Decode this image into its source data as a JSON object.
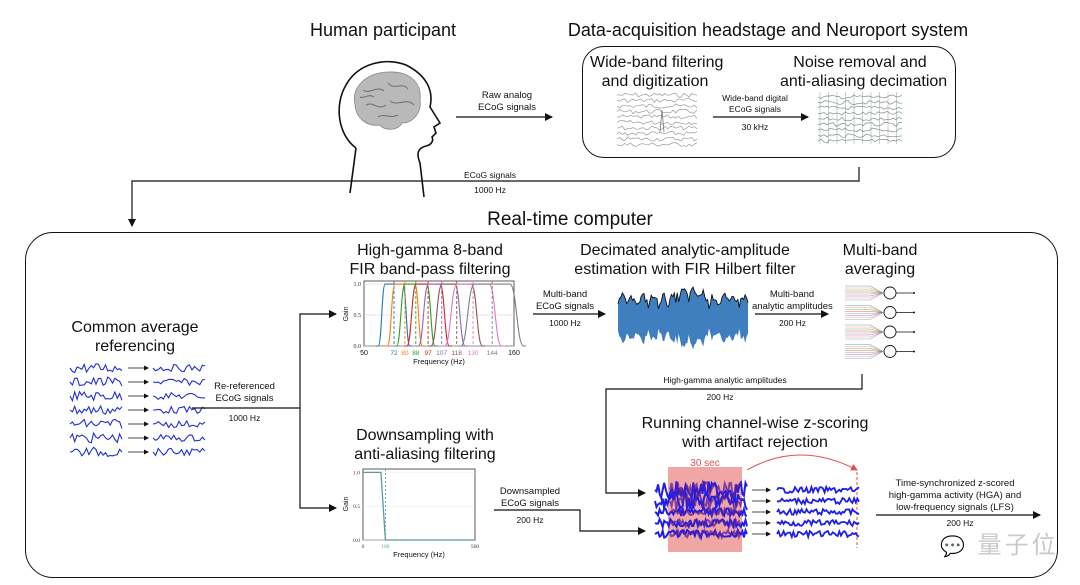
{
  "top": {
    "participant_title": "Human participant",
    "acquisition_title": "Data-acquisition headstage and Neuroport system",
    "stage_wideband": [
      "Wide-band filtering",
      "and digitization"
    ],
    "stage_noise": [
      "Noise removal and",
      "anti-aliasing decimation"
    ],
    "arrow_raw": [
      "Raw analog",
      "ECoG signals"
    ],
    "arrow_wideband": [
      "Wide-band digital",
      "ECoG signals"
    ],
    "arrow_wideband_rate": "30 kHz",
    "arrow_ecog": "ECoG signals",
    "arrow_ecog_rate": "1000 Hz"
  },
  "rtc": {
    "title": "Real-time computer",
    "car": {
      "title": [
        "Common average",
        "referencing"
      ],
      "arrow_label": [
        "Re-referenced",
        "ECoG signals"
      ],
      "arrow_rate": "1000 Hz"
    },
    "bandpass": {
      "title": [
        "High-gamma 8-band",
        "FIR band-pass filtering"
      ],
      "arrow_label": [
        "Multi-band",
        "ECoG signals"
      ],
      "arrow_rate": "1000 Hz"
    },
    "hilbert": {
      "title": [
        "Decimated analytic-amplitude",
        "estimation with FIR Hilbert filter"
      ],
      "arrow_label": [
        "Multi-band",
        "analytic amplitudes"
      ],
      "arrow_rate": "200 Hz"
    },
    "averaging": {
      "title": [
        "Multi-band",
        "averaging"
      ]
    },
    "hga_arrow": {
      "label": "High-gamma analytic amplitudes",
      "rate": "200 Hz"
    },
    "downsample": {
      "title": [
        "Downsampling with",
        "anti-aliasing filtering"
      ],
      "arrow_label": [
        "Downsampled",
        "ECoG signals"
      ],
      "arrow_rate": "200 Hz"
    },
    "zscore": {
      "title": [
        "Running channel-wise z-scoring",
        "with artifact rejection"
      ],
      "window_label": "30 sec"
    },
    "output": {
      "label": [
        "Time-synchronized z-scored",
        "high-gamma activity (HGA) and",
        "low-frequency signals (LFS)"
      ],
      "rate": "200 Hz"
    }
  },
  "chart_data": [
    {
      "type": "line",
      "title": "High-gamma 8-band FIR band-pass filtering",
      "xlabel": "Frequency (Hz)",
      "ylabel": "Gain",
      "xlim": [
        50,
        160
      ],
      "ylim": [
        0,
        1.05
      ],
      "yticks": [
        "0.0",
        "0.5",
        "1.0"
      ],
      "xticks_axis": [
        "50",
        "160"
      ],
      "grid": true,
      "series": [
        {
          "name": "72",
          "center": 72,
          "color": "#1f77b4"
        },
        {
          "name": "80",
          "center": 80,
          "color": "#ff7f0e"
        },
        {
          "name": "88",
          "center": 88,
          "color": "#2ca02c"
        },
        {
          "name": "97",
          "center": 97,
          "color": "#d62728"
        },
        {
          "name": "107",
          "center": 107,
          "color": "#9467bd"
        },
        {
          "name": "118",
          "center": 118,
          "color": "#8c564b"
        },
        {
          "name": "130",
          "center": 130,
          "color": "#e377c2"
        },
        {
          "name": "144",
          "center": 144,
          "color": "#7f7f7f"
        }
      ]
    },
    {
      "type": "line",
      "title": "Downsampling with anti-aliasing filtering",
      "xlabel": "Frequency (Hz)",
      "ylabel": "Gain",
      "xlim": [
        0,
        500
      ],
      "ylim": [
        0,
        1.05
      ],
      "yticks": [
        "0.0",
        "0.5",
        "1.0"
      ],
      "xticks": [
        "0",
        "100",
        "500"
      ],
      "cutoff": 100,
      "color": "#5a9aa0",
      "series": [
        {
          "name": "low-pass",
          "x": [
            0,
            80,
            100,
            500
          ],
          "y": [
            1.0,
            1.0,
            0.0,
            0.0
          ]
        }
      ]
    }
  ],
  "colors": {
    "ecog_blue": "#1f2fd0",
    "hilbert_blue": "#3f7fbf",
    "window_pink": "#f1a6a6",
    "window_red": "#e05050"
  },
  "watermark": "量子位"
}
